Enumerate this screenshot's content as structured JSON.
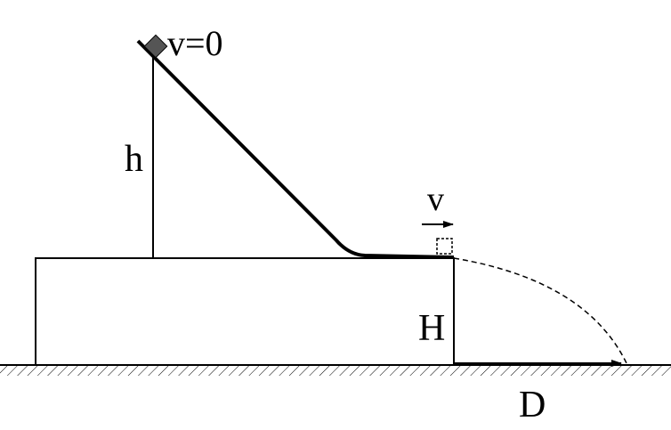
{
  "labels": {
    "initial_velocity": "v=0",
    "height_h": "h",
    "velocity": "v",
    "table_height": "H",
    "distance": "D"
  },
  "colors": {
    "background": "#ffffff",
    "stroke": "#000000",
    "block": "#555555"
  }
}
